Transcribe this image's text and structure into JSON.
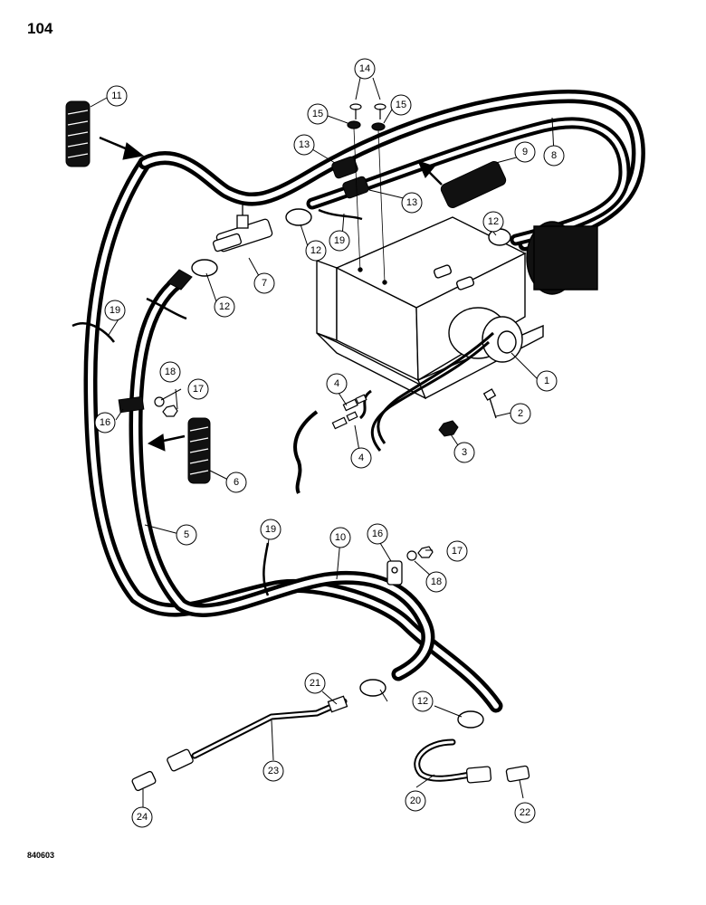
{
  "page": {
    "number": "104",
    "figure_code": "840603"
  },
  "callouts": {
    "c1": "1",
    "c2": "2",
    "c3": "3",
    "c4a": "4",
    "c4b": "4",
    "c5": "5",
    "c6": "6",
    "c7": "7",
    "c8": "8",
    "c9": "9",
    "c10": "10",
    "c11": "11",
    "c12a": "12",
    "c12b": "12",
    "c12c": "12",
    "c12d": "12",
    "c13a": "13",
    "c13b": "13",
    "c14": "14",
    "c15a": "15",
    "c15b": "15",
    "c16a": "16",
    "c16b": "16",
    "c17a": "17",
    "c17b": "17",
    "c18a": "18",
    "c18b": "18",
    "c19a": "19",
    "c19b": "19",
    "c19c": "19",
    "c20": "20",
    "c21": "21",
    "c22": "22",
    "c23": "23",
    "c24": "24"
  }
}
